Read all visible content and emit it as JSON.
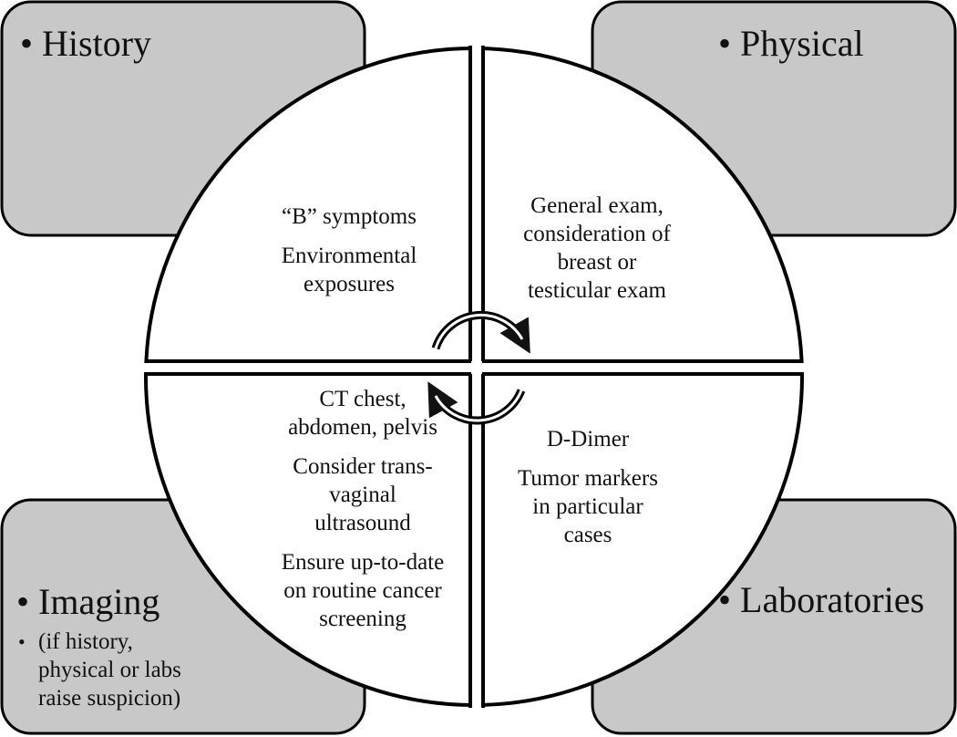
{
  "corners": {
    "history": {
      "bullet": "•",
      "label": "History"
    },
    "physical": {
      "bullet": "•",
      "label": "Physical"
    },
    "imaging": {
      "bullet": "•",
      "label": "Imaging",
      "sub_bullet": "•",
      "sub_lines": [
        "(if history,",
        "physical or labs",
        "raise suspicion)"
      ]
    },
    "laboratories": {
      "bullet": "•",
      "label": "Laboratories"
    }
  },
  "quadrants": {
    "history": {
      "items": [
        [
          "“B” symptoms"
        ],
        [
          "Environmental",
          "exposures"
        ]
      ]
    },
    "physical": {
      "items": [
        [
          "General exam,",
          "consideration of",
          "breast or",
          "testicular exam"
        ]
      ]
    },
    "imaging": {
      "items": [
        [
          "CT chest,",
          "abdomen, pelvis"
        ],
        [
          "Consider trans-",
          "vaginal",
          "ultrasound"
        ],
        [
          "Ensure up-to-date",
          "on routine cancer",
          "screening"
        ]
      ]
    },
    "laboratories": {
      "items": [
        [
          "D-Dimer"
        ],
        [
          "Tumor markers",
          "in particular",
          "cases"
        ]
      ]
    }
  },
  "colors": {
    "box_fill": "#c8c8c8",
    "outline": "#000000",
    "quadrant_fill": "#ffffff"
  },
  "icons": {
    "cycle": "circular-arrows-icon"
  }
}
